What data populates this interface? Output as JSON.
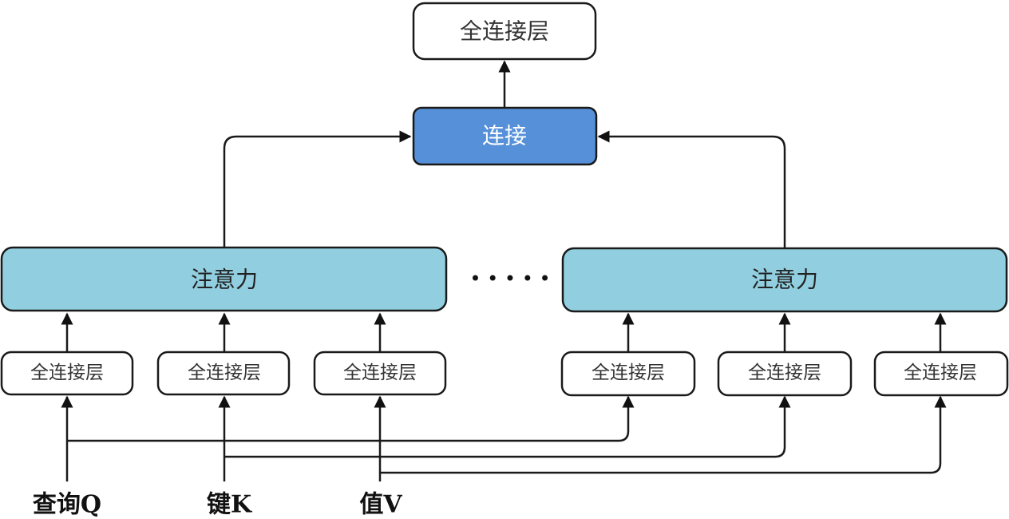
{
  "top_fc": {
    "label": "全连接层"
  },
  "concat": {
    "label": "连接"
  },
  "attention": [
    {
      "label": "注意力"
    },
    {
      "label": "注意力"
    }
  ],
  "ellipsis": "• • • • •",
  "fc_layers": [
    {
      "label": "全连接层"
    },
    {
      "label": "全连接层"
    },
    {
      "label": "全连接层"
    },
    {
      "label": "全连接层"
    },
    {
      "label": "全连接层"
    },
    {
      "label": "全连接层"
    }
  ],
  "inputs": [
    {
      "label": "查询Q"
    },
    {
      "label": "键K"
    },
    {
      "label": "值V"
    }
  ],
  "colors": {
    "concat_fill": "#5590d8",
    "attention_fill": "#91cfe0",
    "box_stroke": "#1a1a1a"
  }
}
